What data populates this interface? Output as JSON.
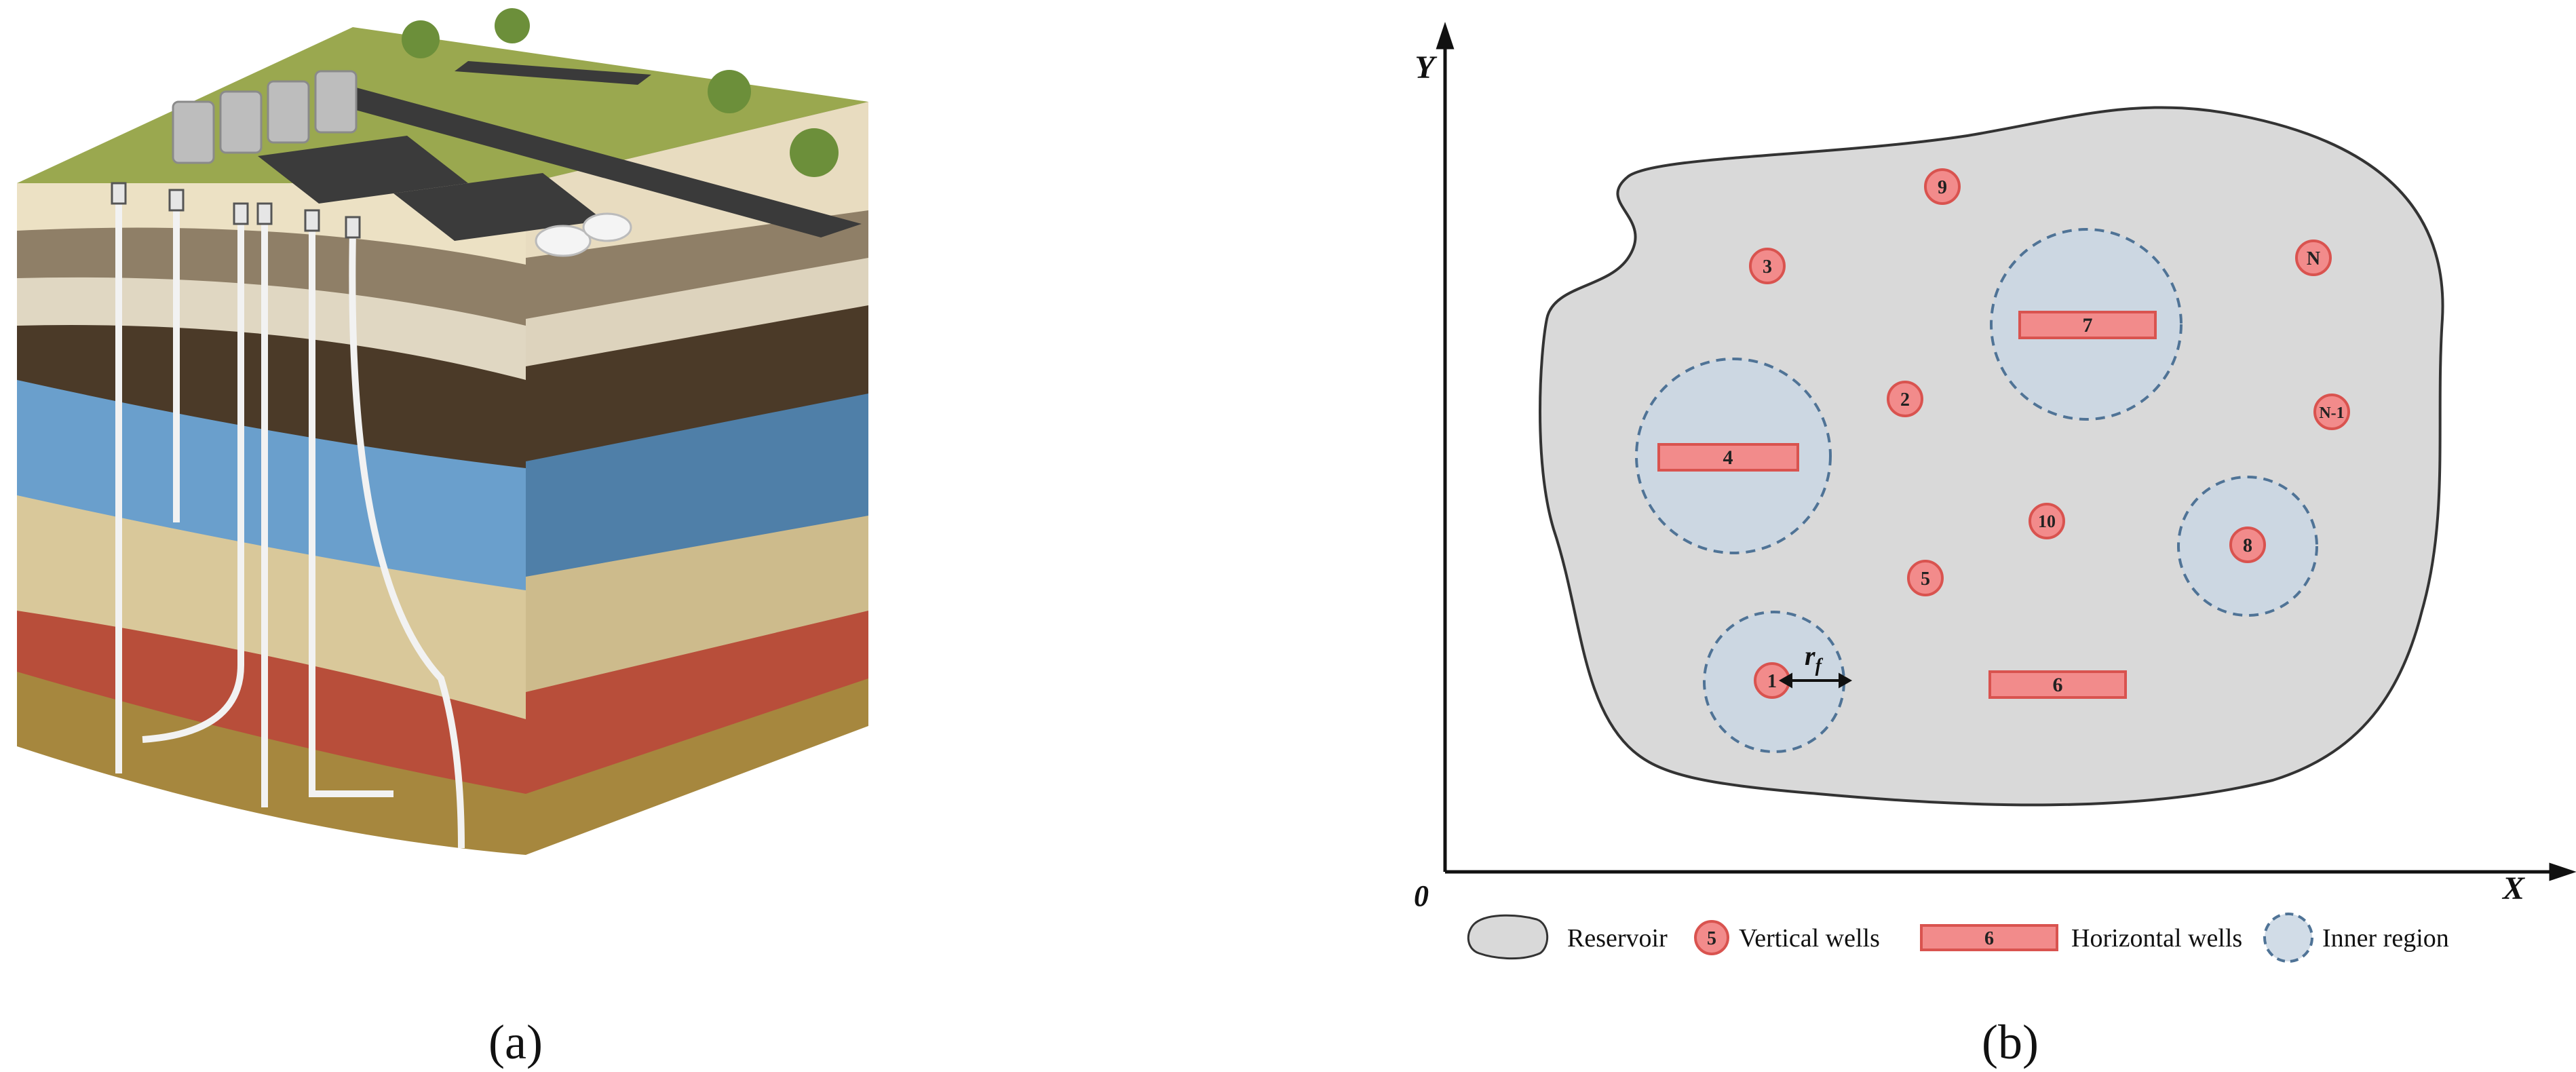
{
  "panel_a": {
    "caption": "(a)"
  },
  "panel_b": {
    "caption": "(b)",
    "axis": {
      "x_label": "X",
      "y_label": "Y",
      "origin_label": "0"
    },
    "radius_label": "r",
    "radius_subscript": "f",
    "vertical_wells": [
      "1",
      "2",
      "3",
      "5",
      "8",
      "9",
      "10",
      "N",
      "N-1"
    ],
    "horizontal_wells": [
      "4",
      "6",
      "7"
    ],
    "legend": {
      "reservoir": "Reservoir",
      "vertical_wells_symbol": "5",
      "vertical_wells": "Vertical wells",
      "horizontal_wells_symbol": "6",
      "horizontal_wells": "Horizontal wells",
      "inner_region": "Inner region"
    }
  },
  "colors": {
    "reservoir_fill": "#d9d9d9",
    "well_fill": "#f28b8b",
    "well_stroke": "#d9534f",
    "inner_region_fill": "#c9d6e3",
    "inner_region_stroke": "#4f7396",
    "grass": "#9aa84f",
    "oil_layer": "#b84e3a",
    "water_layer": "#4f86b0"
  }
}
